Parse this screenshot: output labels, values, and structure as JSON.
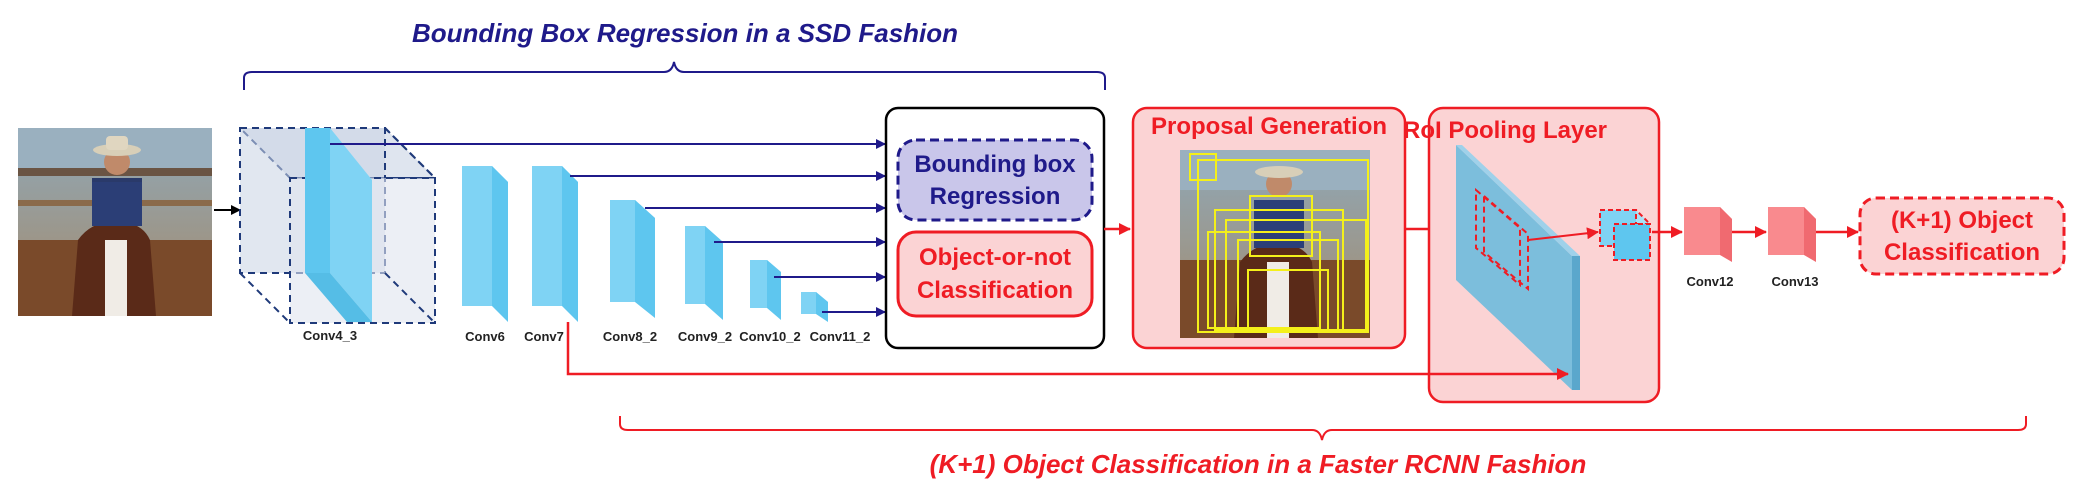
{
  "top_title": {
    "normal_part": "Bounding Box Regression ",
    "bold_part": "in a SSD Fashion"
  },
  "bottom_title": {
    "normal_part": "(K+1) Object Classification ",
    "bold_part": "in a Faster RCNN Fashion"
  },
  "layers": {
    "conv4_3": "Conv4_3",
    "conv6": "Conv6",
    "conv7": "Conv7",
    "conv8_2": "Conv8_2",
    "conv9_2": "Conv9_2",
    "conv10_2": "Conv10_2",
    "conv11_2": "Conv11_2",
    "conv12": "Conv12",
    "conv13": "Conv13"
  },
  "ssd_box": {
    "bbox_regression": [
      "Bounding box",
      "Regression"
    ],
    "object_or_not": [
      "Object-or-not",
      "Classification"
    ]
  },
  "proposal_generation": "Proposal Generation",
  "roi_pooling": "RoI Pooling Layer",
  "final_output": [
    "(K+1) Object",
    "Classification"
  ],
  "colors": {
    "blue_arrow": "#1f1a8a",
    "red_arrow": "#ef1c24",
    "pink_fill": "#fbd3d4",
    "lavender_fill": "#c9c6ea",
    "conv_blue": "#7fd3f4"
  }
}
